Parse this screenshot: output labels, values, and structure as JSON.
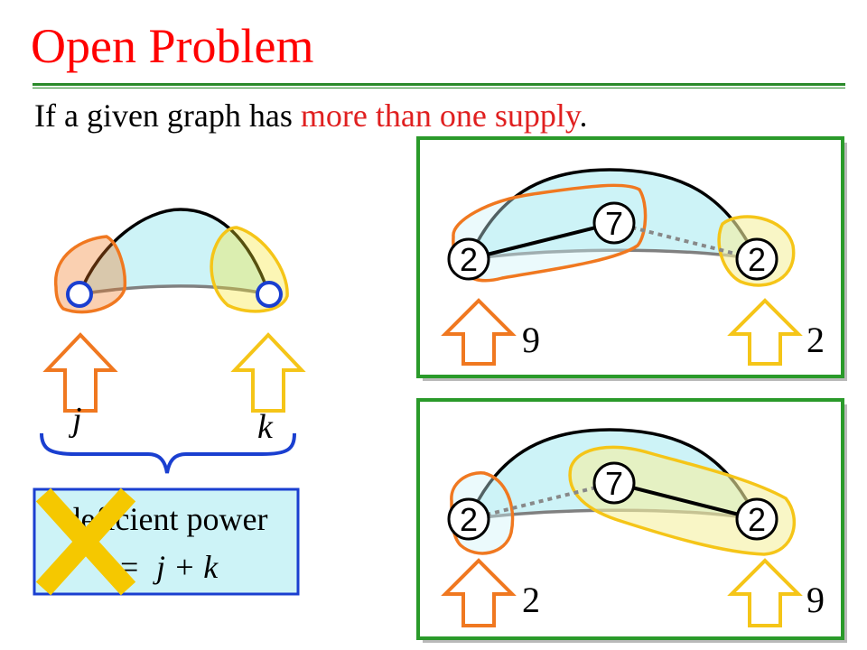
{
  "slide": {
    "title": "Open Problem",
    "subtitle_pre": "If a given graph has ",
    "subtitle_highlight": "more than one supply",
    "subtitle_post": "."
  },
  "left_diagram": {
    "label_j": "j",
    "label_k": "k",
    "box_line1": "deficient power",
    "box_line2": "=  j + k",
    "cross_icon": "x-mark-icon"
  },
  "panel_top": {
    "node_left": "2",
    "node_mid": "7",
    "node_right": "2",
    "supply_left": "9",
    "supply_right": "2"
  },
  "panel_bottom": {
    "node_left": "2",
    "node_mid": "7",
    "node_right": "2",
    "supply_left": "2",
    "supply_right": "9"
  },
  "colors": {
    "title": "#ff0000",
    "highlight": "#e02020",
    "rule": "#2a8a2a",
    "orange": "#f07820",
    "yellow": "#f5c518",
    "cyan_fill": "#cdf3f7",
    "blue": "#1a3fd0",
    "panel_border": "#2a9a2a",
    "cross": "#f5c800"
  }
}
